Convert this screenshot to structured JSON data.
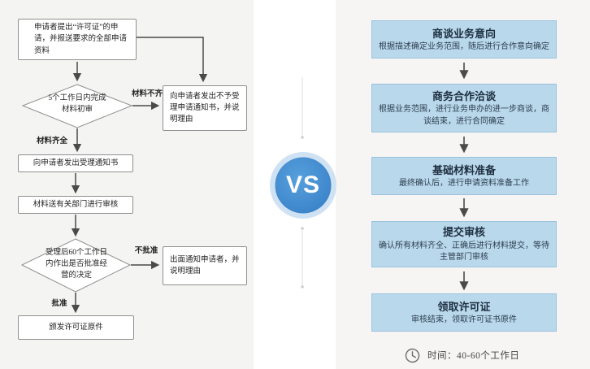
{
  "left_flow": {
    "box_apply": "申请者提出“许可证”的申请，并报送要求的全部申请资料",
    "diamond_initial_review": "5个工作日内完成材料初审",
    "label_materials_incomplete": "材料不齐",
    "box_reject_notice": "向申请者发出不予受理申请通知书，并说明理由",
    "label_materials_complete": "材料齐全",
    "box_accept_notice": "向申请者发出受理通知书",
    "box_send_review": "材料送有关部门进行审核",
    "diamond_decision": "受理后60个工作日内作出是否批准经营的决定",
    "label_not_approved": "不批准",
    "box_notify_applicant": "出面通知申请者，并说明理由",
    "label_approved": "批准",
    "box_issue_license": "颁发许可证原件"
  },
  "center": {
    "vs_label": "VS"
  },
  "right_flow": {
    "steps": [
      {
        "title": "商谈业务意向",
        "desc": "根据描述确定业务范围，随后进行合作意向确定"
      },
      {
        "title": "商务合作洽谈",
        "desc": "根据业务范围，进行业务申办的进一步商谈，商谈结束，进行合同确定"
      },
      {
        "title": "基础材料准备",
        "desc": "最终确认后，进行申请资料准备工作"
      },
      {
        "title": "提交审核",
        "desc": "确认所有材料齐全、正确后进行材料提交，等待主管部门审核"
      },
      {
        "title": "领取许可证",
        "desc": "审核结束，领取许可证书原件"
      }
    ],
    "time_note": "时间：40-60个工作日",
    "clock_icon": "clock"
  },
  "colors": {
    "panel_bg": "#f4f4f2",
    "step_box_bg": "#b9d8ec",
    "step_box_border": "#9cc2dc",
    "vs_circle": "#418bd2",
    "vs_ring": "#cfe2f3",
    "arrow": "#4a4a4a"
  }
}
